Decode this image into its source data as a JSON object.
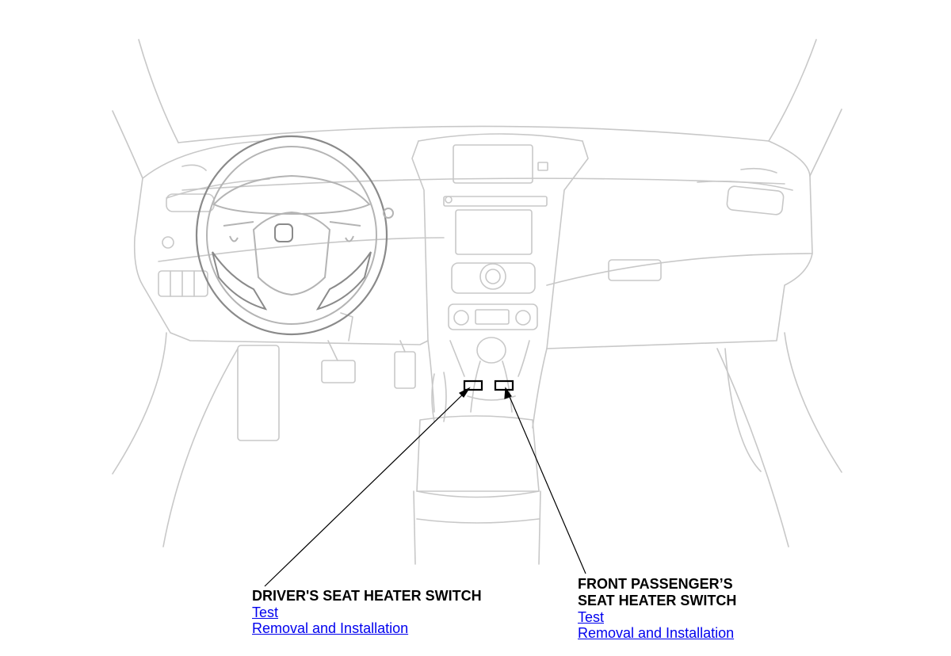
{
  "callouts": {
    "driver": {
      "title": "DRIVER'S SEAT HEATER SWITCH",
      "links": [
        "Test",
        "Removal and Installation"
      ]
    },
    "passenger": {
      "title": "FRONT PASSENGER’S\nSEAT HEATER SWITCH",
      "links": [
        "Test",
        "Removal and Installation"
      ]
    }
  },
  "colors": {
    "line_art": "#c8c8c8",
    "leader": "#000000",
    "link": "#0000ee"
  }
}
